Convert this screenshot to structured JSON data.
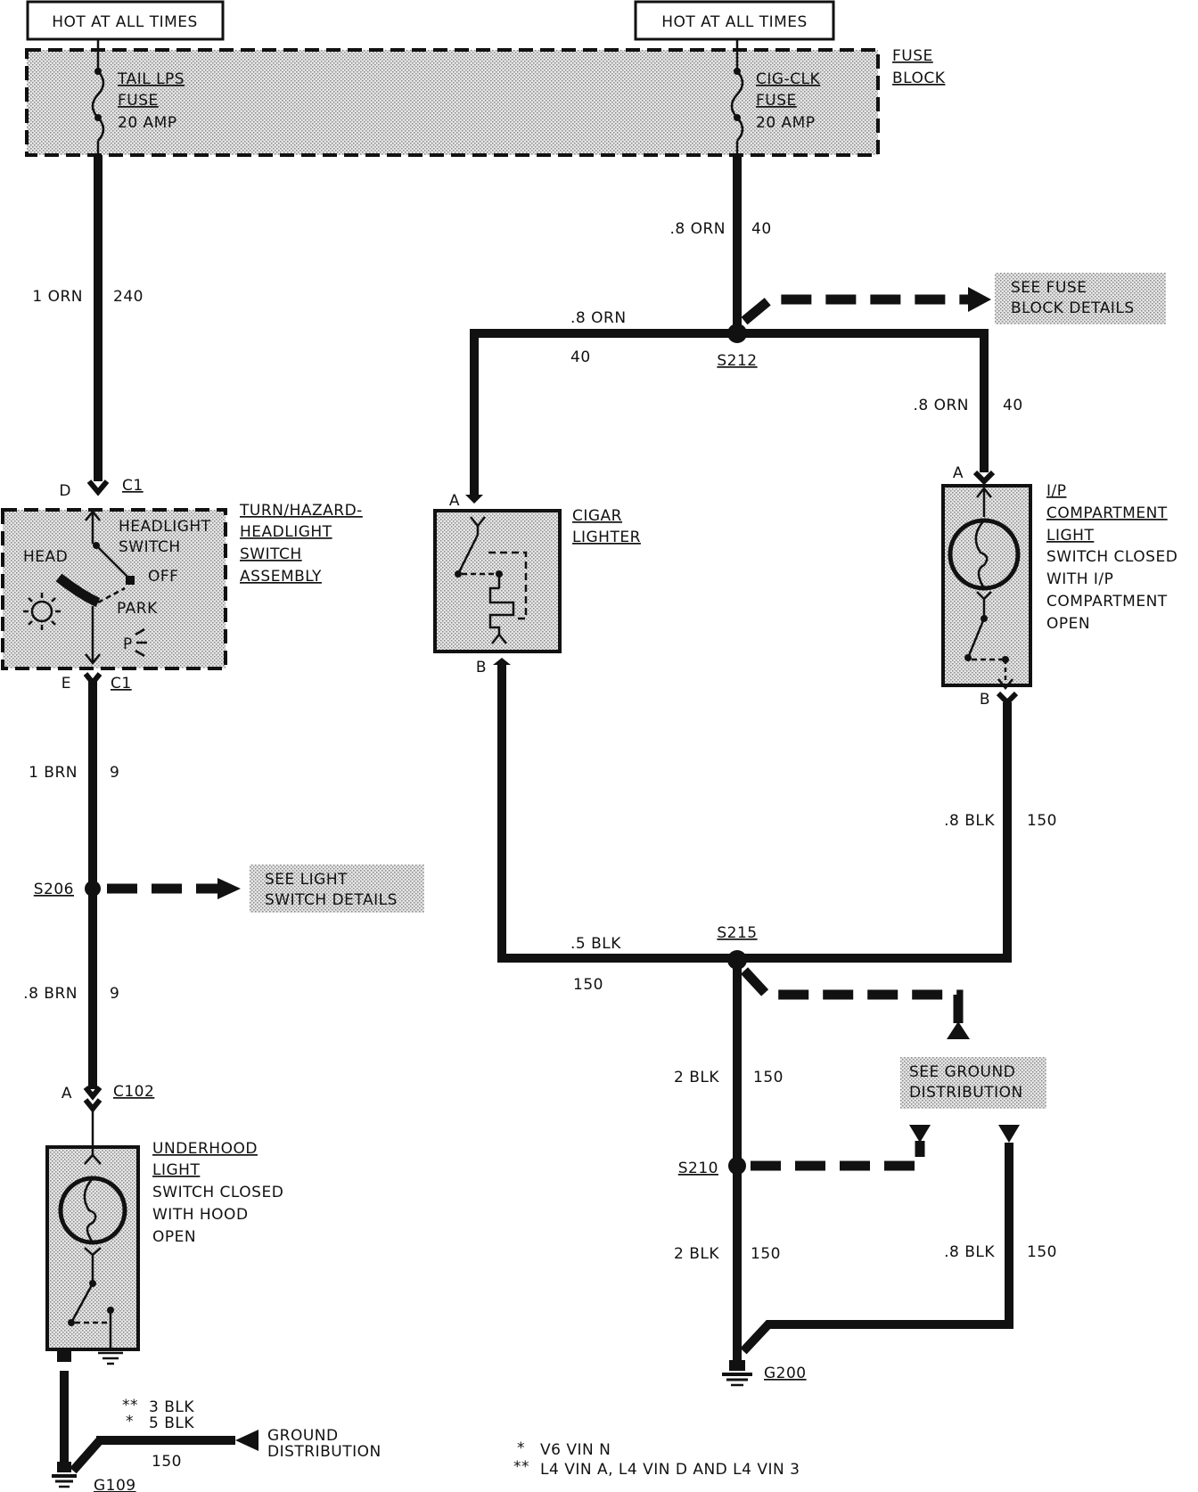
{
  "hot_left": "HOT AT ALL TIMES",
  "hot_right": "HOT AT ALL TIMES",
  "fuse_block": [
    "FUSE",
    "BLOCK"
  ],
  "fuse_left": [
    "TAIL LPS",
    "FUSE",
    "20 AMP"
  ],
  "fuse_right": [
    "CIG-CLK",
    "FUSE",
    "20 AMP"
  ],
  "wires": {
    "w1_color": "1 ORN",
    "w1_num": "240",
    "w2_color": ".8 ORN",
    "w2_num": "40",
    "w3_color": ".8 ORN",
    "w3_num": "40",
    "w4_color": ".8 ORN",
    "w4_num": "40",
    "w5_color": "1 BRN",
    "w5_num": "9",
    "w6_color": ".8 BRN",
    "w6_num": "9",
    "w7_color": ".8 BLK",
    "w7_num": "150",
    "w8_color": ".5 BLK",
    "w8_num": "150",
    "w9_color": "2 BLK",
    "w9_num": "150",
    "w10_color": "2 BLK",
    "w10_num": "150",
    "w11_color": ".8 BLK",
    "w11_num": "150",
    "w12_color_a": "3 BLK",
    "w12_color_b": "5 BLK",
    "w12_num": "150",
    "w12_mark_a": "**",
    "w12_mark_b": "*"
  },
  "splices": {
    "s212": "S212",
    "s206": "S206",
    "s215": "S215",
    "s210": "S210"
  },
  "grounds": {
    "g200": "G200",
    "g109": "G109"
  },
  "connectors": {
    "d": "D",
    "c1_top": "C1",
    "e": "E",
    "c1_bot": "C1",
    "a_c102": "A",
    "c102": "C102",
    "cig_a": "A",
    "cig_b": "B",
    "ip_a": "A",
    "ip_b": "B"
  },
  "headlight_switch": {
    "label": [
      "TURN/HAZARD-",
      "HEADLIGHT",
      "SWITCH",
      "ASSEMBLY"
    ],
    "inner": [
      "HEADLIGHT",
      "SWITCH"
    ],
    "head": "HEAD",
    "off": "OFF",
    "park": "PARK",
    "p_symbol": "P"
  },
  "cigar_lighter": [
    "CIGAR",
    "LIGHTER"
  ],
  "ip_light": [
    "I/P",
    "COMPARTMENT",
    "LIGHT",
    "SWITCH CLOSED",
    "WITH I/P",
    "COMPARTMENT",
    "OPEN"
  ],
  "underhood_light": [
    "UNDERHOOD",
    "LIGHT",
    "SWITCH CLOSED",
    "WITH HOOD",
    "OPEN"
  ],
  "see_fuse": [
    "SEE FUSE",
    "BLOCK DETAILS"
  ],
  "see_light": [
    "SEE LIGHT",
    "SWITCH DETAILS"
  ],
  "see_ground": [
    "SEE GROUND",
    "DISTRIBUTION"
  ],
  "ground_dist": [
    "GROUND",
    "DISTRIBUTION"
  ],
  "notes": {
    "n1_mark": "*",
    "n1_text": "V6 VIN N",
    "n2_mark": "**",
    "n2_text": "L4 VIN A, L4 VIN D AND L4 VIN 3"
  }
}
